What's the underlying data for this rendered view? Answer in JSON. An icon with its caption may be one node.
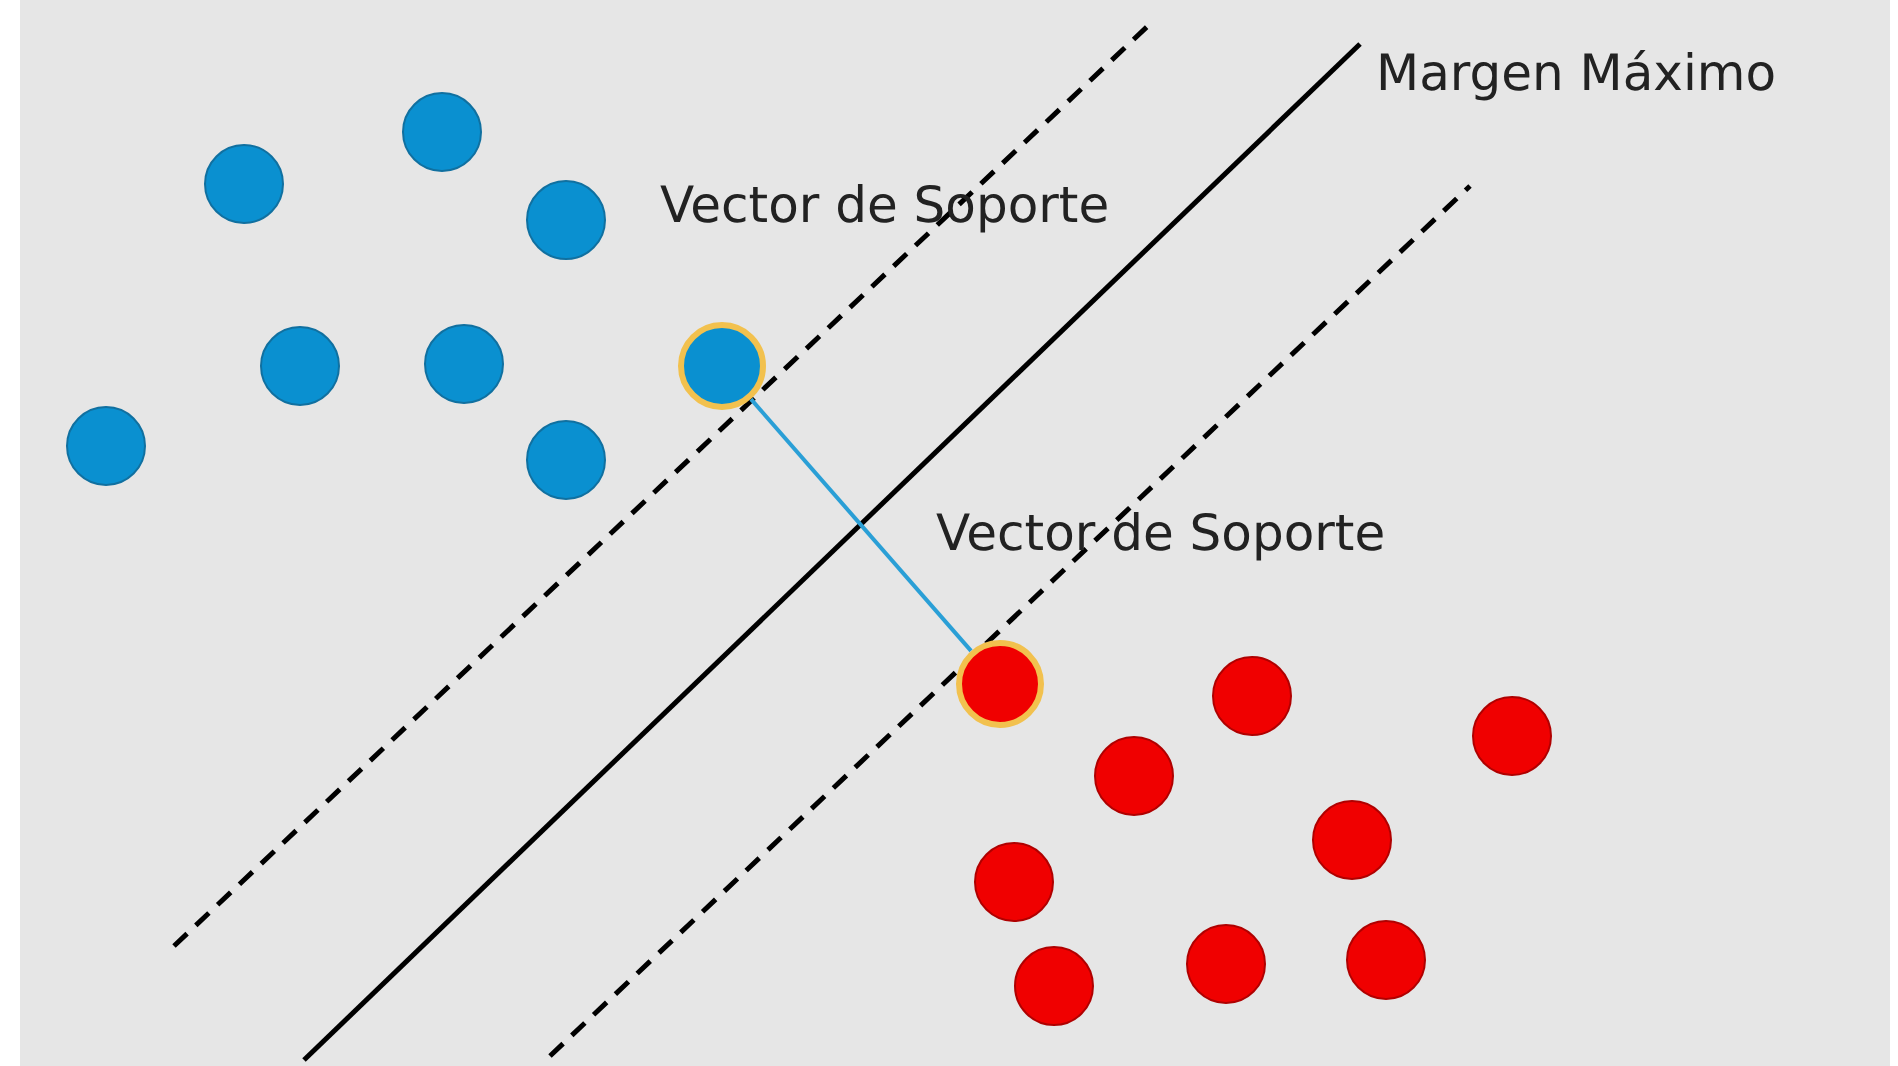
{
  "diagram": {
    "nodes": [
      {
        "text": [],
        "shape": "circle"
      },
      {
        "text": [],
        "shape": "circle"
      },
      {
        "text": [],
        "shape": "circle"
      },
      {
        "text": [],
        "shape": "circle"
      },
      {
        "text": [],
        "shape": "circle"
      },
      {
        "text": [],
        "shape": "circle"
      },
      {
        "text": [],
        "shape": "circle"
      },
      {
        "text": [],
        "shape": "circle"
      },
      {
        "text": [],
        "shape": "circle"
      },
      {
        "text": [],
        "shape": "circle"
      },
      {
        "text": [],
        "shape": "circle"
      },
      {
        "text": [],
        "shape": "circle"
      },
      {
        "text": [],
        "shape": "circle"
      },
      {
        "text": [],
        "shape": "circle"
      },
      {
        "text": [],
        "shape": "circle"
      },
      {
        "text": [],
        "shape": "circle"
      },
      {
        "text": [],
        "shape": "circle"
      }
    ],
    "edges": [
      {
        "from": 7,
        "to": 8,
        "arrow": "none"
      }
    ],
    "labels": [
      "Margen Máximo",
      "Vector de Soporte",
      "Vector de Soporte"
    ]
  }
}
